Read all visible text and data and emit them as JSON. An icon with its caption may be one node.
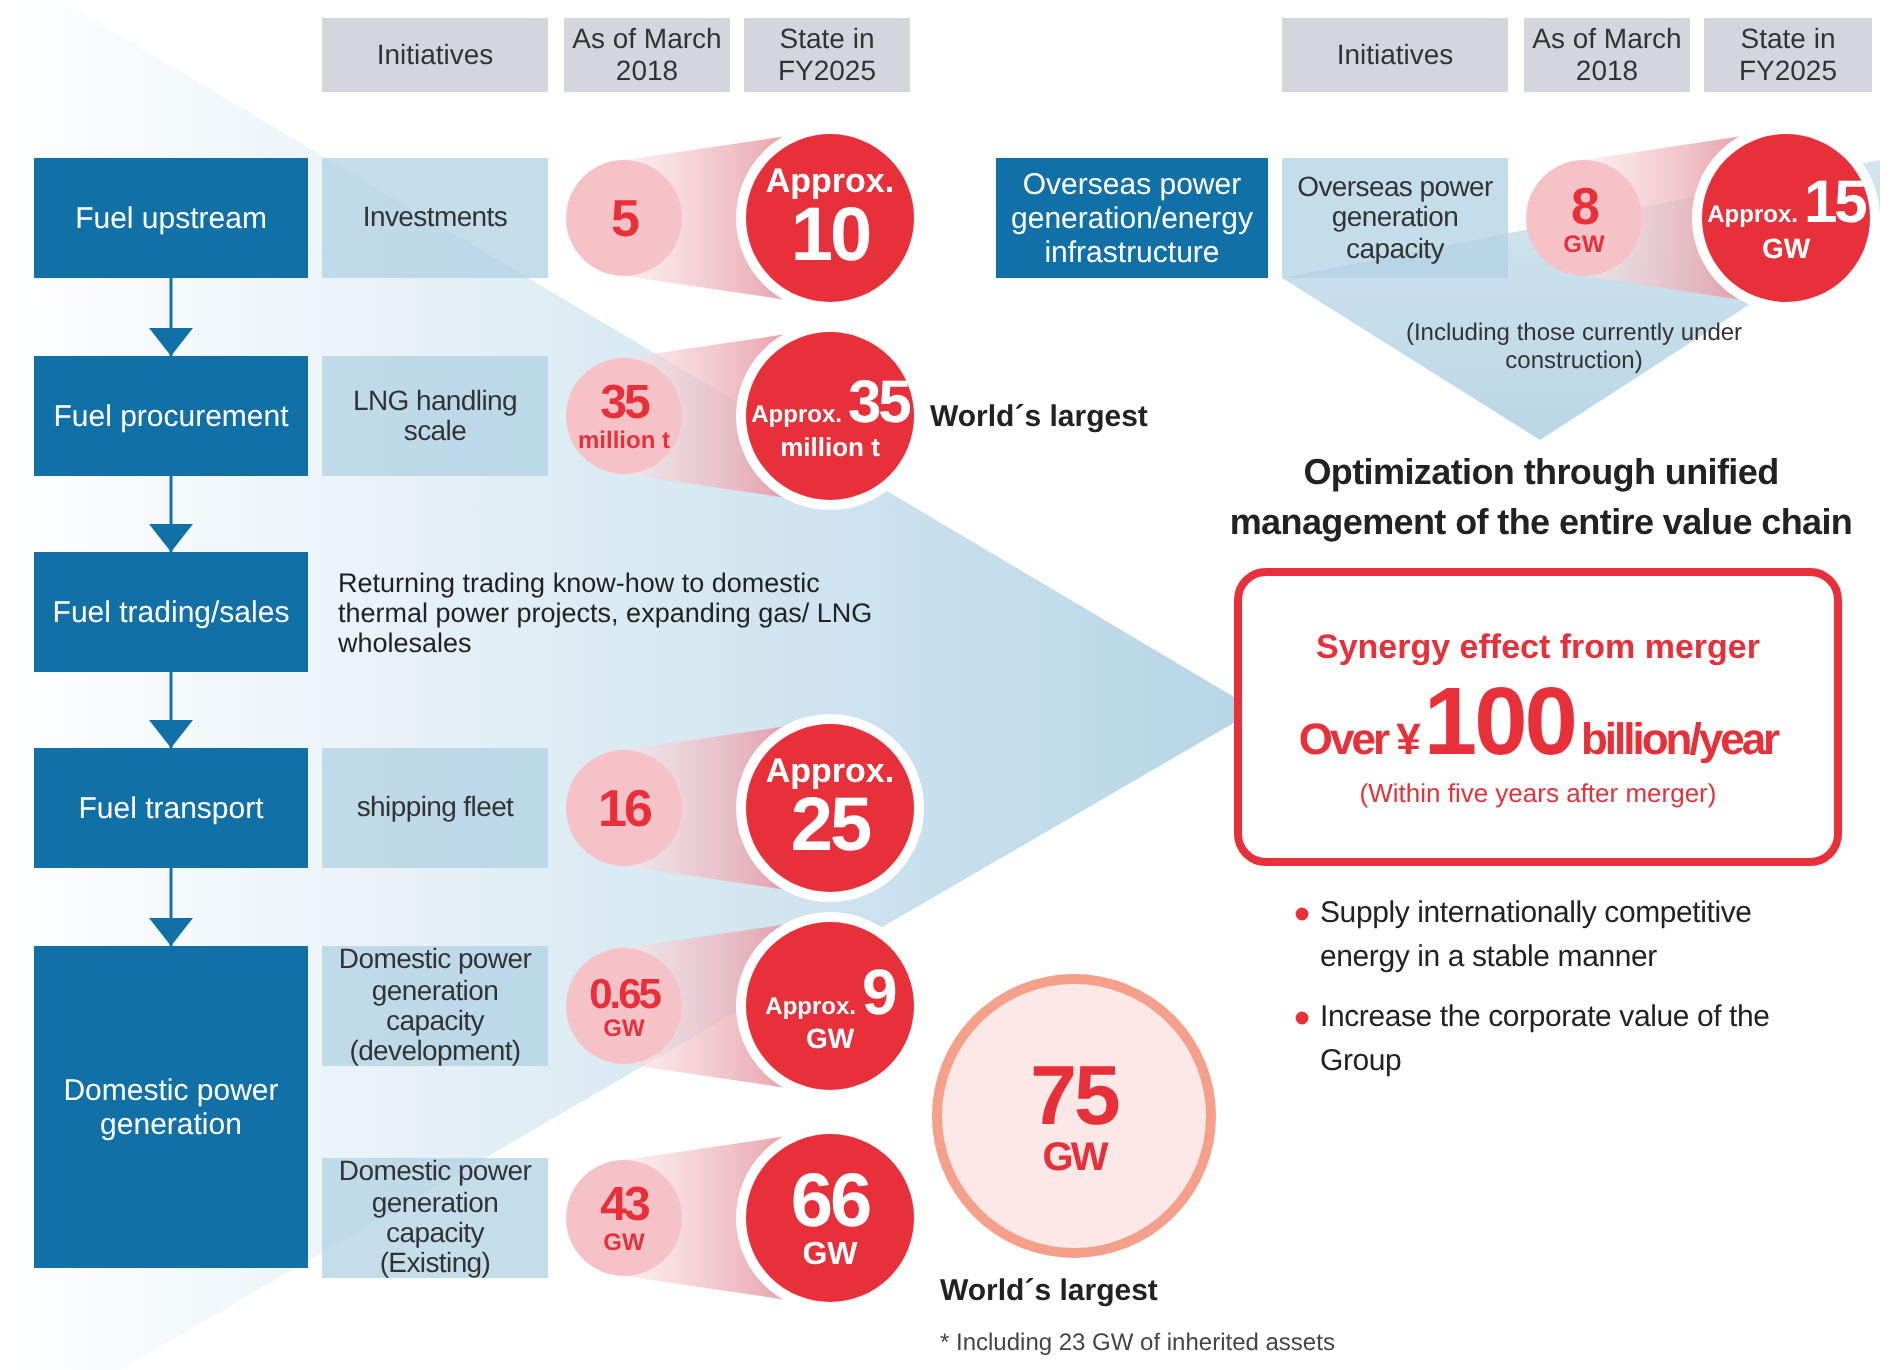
{
  "diagram": {
    "nodes": [
      {
        "text": [
          "Fuel upstream"
        ]
      },
      {
        "text": [
          "Investments"
        ]
      },
      {
        "text": [
          "5"
        ]
      },
      {
        "text": [
          "Approx.",
          "10"
        ]
      },
      {
        "text": [
          "Fuel procurement"
        ]
      },
      {
        "text": [
          "LNG handling scale"
        ]
      },
      {
        "text": [
          "35",
          "million t"
        ]
      },
      {
        "text": [
          "Approx.",
          "35",
          "million t"
        ],
        "beside": [
          "World´s largest"
        ]
      },
      {
        "text": [
          "Fuel trading/sales"
        ]
      },
      {
        "text": [
          "Returning trading know-how to domestic thermal power projects, expanding gas/ LNG wholesales"
        ]
      },
      {
        "text": [
          "Fuel transport"
        ]
      },
      {
        "text": [
          "shipping fleet"
        ]
      },
      {
        "text": [
          "16"
        ]
      },
      {
        "text": [
          "Approx.",
          "25"
        ]
      },
      {
        "text": [
          "Domestic power generation"
        ]
      },
      {
        "text": [
          "Domestic power generation capacity (development)"
        ]
      },
      {
        "text": [
          "0.65",
          "GW"
        ]
      },
      {
        "text": [
          "Approx.",
          "9",
          "GW"
        ]
      },
      {
        "text": [
          "Domestic power generation capacity (Existing)"
        ]
      },
      {
        "text": [
          "43",
          "GW"
        ]
      },
      {
        "text": [
          "66",
          "GW"
        ]
      },
      {
        "text": [
          "75",
          "GW"
        ],
        "beside": [
          "World´s largest"
        ]
      },
      {
        "text": [
          "Overseas power generation/energy infrastructure"
        ]
      },
      {
        "text": [
          "Overseas power generation capacity"
        ]
      },
      {
        "text": [
          "8",
          "GW"
        ]
      },
      {
        "text": [
          "Approx.",
          "15",
          "GW"
        ]
      },
      {
        "text": [
          "Synergy effect from merger",
          "Over ¥",
          "100",
          "billion/year",
          "(Within five years after merger)"
        ]
      }
    ],
    "edges": [
      {
        "from": 0,
        "to": 4,
        "arrow": "to"
      },
      {
        "from": 4,
        "to": 8,
        "arrow": "to"
      },
      {
        "from": 8,
        "to": 10,
        "arrow": "to"
      },
      {
        "from": 10,
        "to": 14,
        "arrow": "to"
      },
      {
        "from": 2,
        "to": 3,
        "arrow": "none",
        "style": "thick"
      },
      {
        "from": 6,
        "to": 7,
        "arrow": "none",
        "style": "thick"
      },
      {
        "from": 12,
        "to": 13,
        "arrow": "none",
        "style": "thick"
      },
      {
        "from": 16,
        "to": 17,
        "arrow": "none",
        "style": "thick"
      },
      {
        "from": 19,
        "to": 20,
        "arrow": "none",
        "style": "thick"
      },
      {
        "from": 24,
        "to": 25,
        "arrow": "none",
        "style": "thick"
      }
    ],
    "labels": [
      "Initiatives",
      "As of March 2018",
      "State in FY2025",
      "Initiatives",
      "As of March 2018",
      "State in FY2025",
      "(Including those currently under construction)",
      "Optimization through unified management of the entire value chain",
      "Supply internationally competitive energy in a stable manner",
      "Increase the corporate value of the Group",
      "* Including 23 GW of inherited assets"
    ]
  }
}
